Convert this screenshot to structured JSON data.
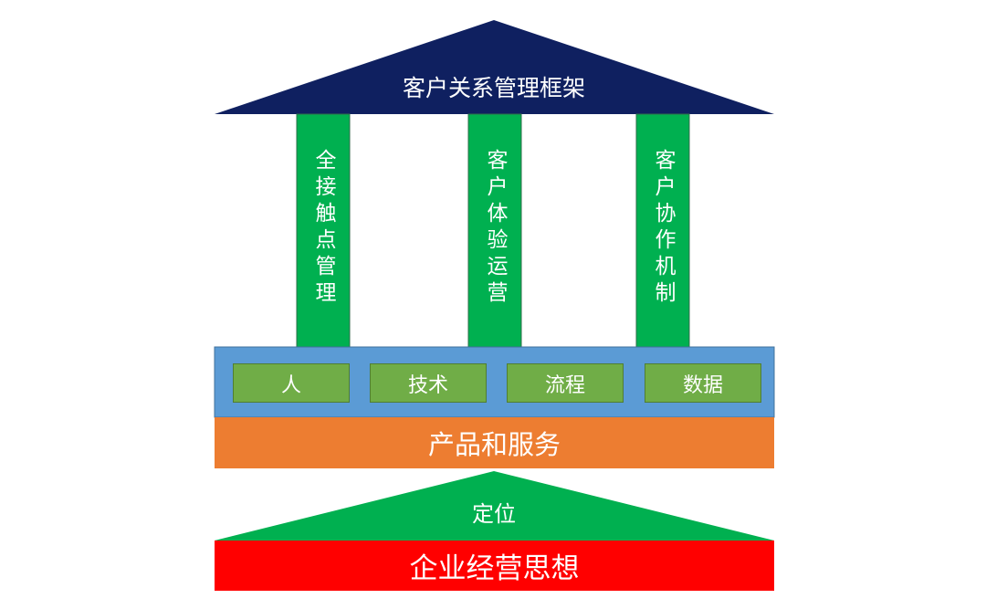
{
  "roof": {
    "title": "客户关系管理框架",
    "color": "#0f2060"
  },
  "pillars": [
    {
      "label": "全接触点管理"
    },
    {
      "label": "客户体验运营"
    },
    {
      "label": "客户协作机制"
    }
  ],
  "pillar_color": "#00b050",
  "foundation_band": {
    "color": "#5b9bd5",
    "items": [
      "人",
      "技术",
      "流程",
      "数据"
    ]
  },
  "products": {
    "label": "产品和服务",
    "color": "#ed7d31"
  },
  "positioning": {
    "label": "定位",
    "color": "#00b050"
  },
  "base": {
    "label": "企业经营思想",
    "color": "#ff0000"
  }
}
